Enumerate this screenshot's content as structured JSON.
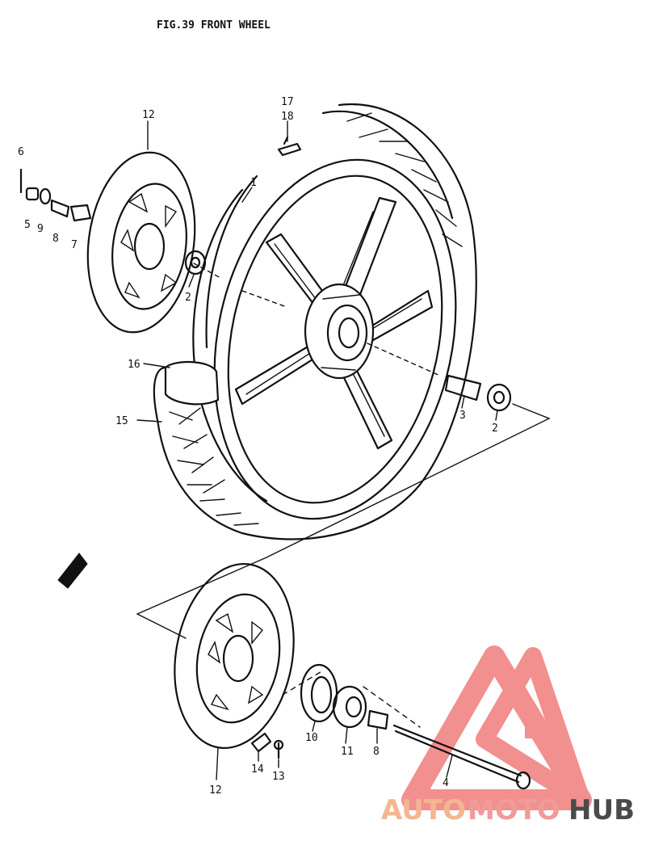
{
  "figure": {
    "title": "FIG.39  FRONT WHEEL"
  },
  "callouts": [
    {
      "id": "c6",
      "text": "6"
    },
    {
      "id": "c5",
      "text": "5"
    },
    {
      "id": "c9",
      "text": "9"
    },
    {
      "id": "c8a",
      "text": "8"
    },
    {
      "id": "c7",
      "text": "7"
    },
    {
      "id": "c12a",
      "text": "12"
    },
    {
      "id": "c2a",
      "text": "2"
    },
    {
      "id": "c1",
      "text": "1"
    },
    {
      "id": "c17",
      "text": "17"
    },
    {
      "id": "c18",
      "text": "18"
    },
    {
      "id": "c16",
      "text": "16"
    },
    {
      "id": "c15",
      "text": "15"
    },
    {
      "id": "c3",
      "text": "3"
    },
    {
      "id": "c2b",
      "text": "2"
    },
    {
      "id": "c10",
      "text": "10"
    },
    {
      "id": "c11",
      "text": "11"
    },
    {
      "id": "c8b",
      "text": "8"
    },
    {
      "id": "c4",
      "text": "4"
    },
    {
      "id": "c14",
      "text": "14"
    },
    {
      "id": "c13",
      "text": "13"
    },
    {
      "id": "c12b",
      "text": "12"
    }
  ],
  "watermark": {
    "part1": "AUTO",
    "part2": "MOTO",
    "part3": "HUB",
    "colors": {
      "auto": "#f3b690",
      "moto": "#f09a9a",
      "hub": "#4a4a4a",
      "logo": "#f07c7c"
    }
  }
}
